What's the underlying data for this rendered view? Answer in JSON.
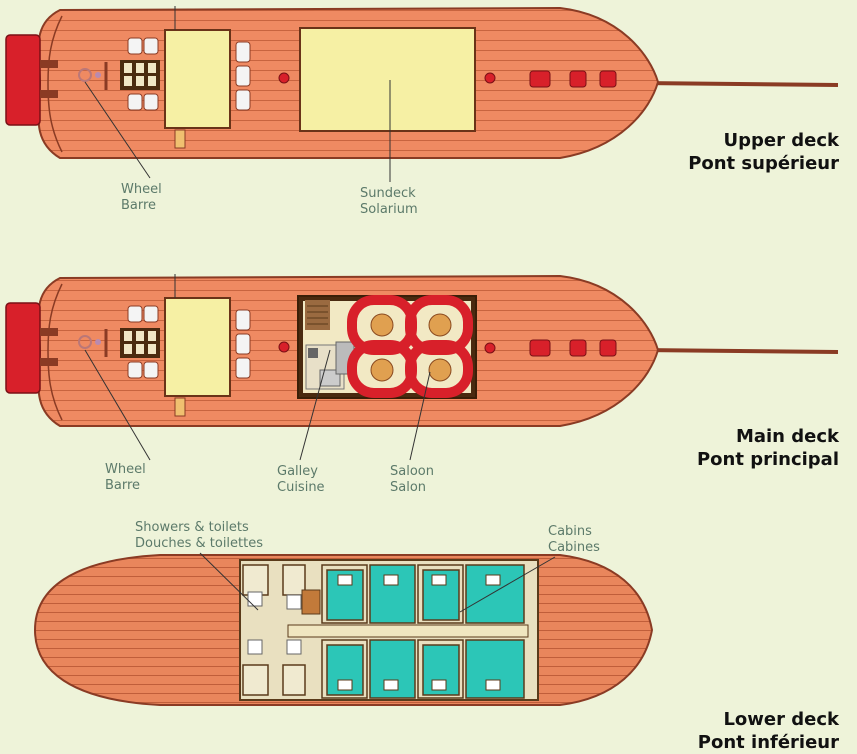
{
  "decks": {
    "upper": {
      "title_en": "Upper deck",
      "title_fr": "Pont supérieur"
    },
    "main": {
      "title_en": "Main deck",
      "title_fr": "Pont principal"
    },
    "lower": {
      "title_en": "Lower deck",
      "title_fr": "Pont inférieur"
    }
  },
  "labels": {
    "wheel_upper": {
      "en": "Wheel",
      "fr": "Barre"
    },
    "sundeck": {
      "en": "Sundeck",
      "fr": "Solarium"
    },
    "wheel_main": {
      "en": "Wheel",
      "fr": "Barre"
    },
    "galley": {
      "en": "Galley",
      "fr": "Cuisine"
    },
    "saloon": {
      "en": "Saloon",
      "fr": "Salon"
    },
    "showers": {
      "en": "Showers & toilets",
      "fr": "Douches & toilettes"
    },
    "cabins": {
      "en": "Cabins",
      "fr": "Cabines"
    }
  },
  "colors": {
    "hull": "#ef8a62",
    "hull_stroke": "#8a3b24",
    "plank": "#c8643f",
    "deck_light": "#f6f0a4",
    "dinghy": "#d8202a",
    "cabin_floor": "#2cc6b7",
    "saloon_red": "#d8202a",
    "background": "#eef3d9"
  }
}
